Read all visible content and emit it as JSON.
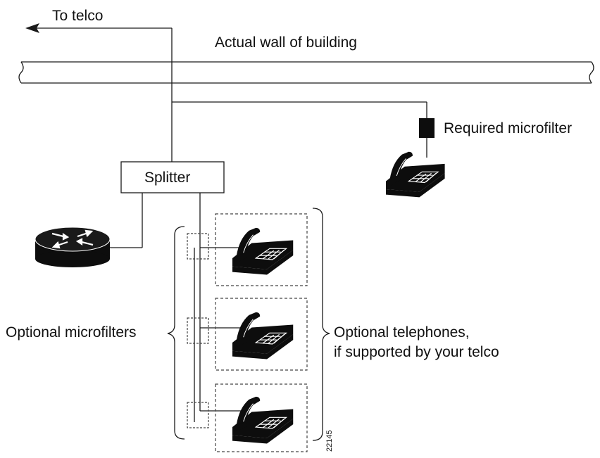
{
  "labels": {
    "to_telco": "To telco",
    "wall": "Actual wall of building",
    "required_microfilter": "Required microfilter",
    "splitter": "Splitter",
    "optional_microfilters": "Optional microfilters",
    "optional_telephones_line1": "Optional telephones,",
    "optional_telephones_line2": "if supported by your telco",
    "figure_number": "22145"
  },
  "colors": {
    "line": "#1a1a1a",
    "device_fill": "#0d0d0d",
    "keypad": "#ffffff",
    "dashed": "#444444"
  },
  "icons": [
    "arrow-left-icon",
    "router-icon",
    "telephone-icon",
    "microfilter-icon"
  ]
}
